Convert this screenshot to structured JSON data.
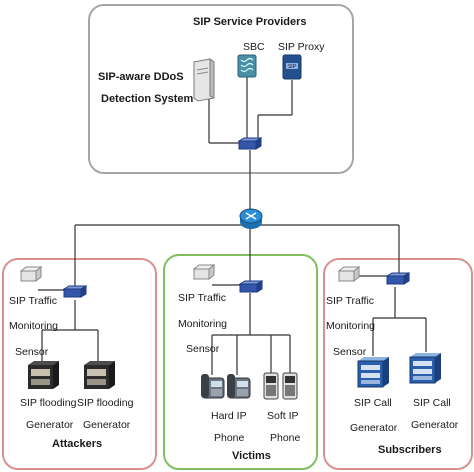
{
  "top": {
    "title": "SIP Service Providers",
    "sbc": "SBC",
    "sip_proxy": "SIP Proxy",
    "ddos_line1": "SIP-aware DDoS",
    "ddos_line2": "Detection System"
  },
  "attackers": {
    "label": "Attackers",
    "sensor_line1": "SIP Traffic",
    "sensor_line2": "Monitoring",
    "sensor_line3": "Sensor",
    "gen1_line1": "SIP flooding",
    "gen1_line2": "Generator",
    "gen2_line1": "SIP flooding",
    "gen2_line2": "Generator"
  },
  "victims": {
    "label": "Victims",
    "sensor_line1": "SIP Traffic",
    "sensor_line2": "Monitoring",
    "sensor_line3": "Sensor",
    "hard_line1": "Hard IP",
    "hard_line2": "Phone",
    "soft_line1": "Soft IP",
    "soft_line2": "Phone"
  },
  "subscribers": {
    "label": "Subscribers",
    "sensor_line1": "SIP Traffic",
    "sensor_line2": "Monitoring",
    "sensor_line3": "Sensor",
    "gen1_line1": "SIP Call",
    "gen1_line2": "Generator",
    "gen2_line1": "SIP Call",
    "gen2_line2": "Generator"
  },
  "colors": {
    "top_border": "#a6a6a6",
    "attackers_border": "#d99090",
    "victims_border": "#7fbf5f",
    "subscribers_border": "#d99090",
    "switch": "#3355aa",
    "router": "#2a8fd8"
  }
}
